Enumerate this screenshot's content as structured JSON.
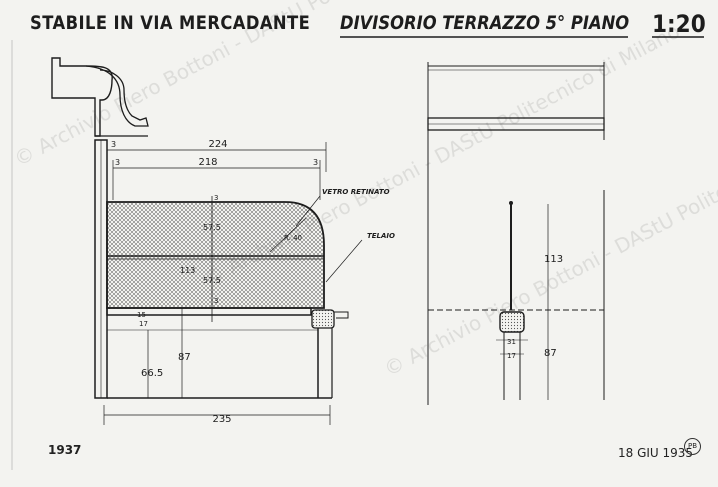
{
  "header": {
    "title_left": "STABILE IN VIA MERCADANTE",
    "title_right": "DIVISORIO TERRAZZO 5° PIANO",
    "scale": "1:20"
  },
  "footer": {
    "year": "1937",
    "date_stamp": "18 GIU 1935",
    "initials": "PB"
  },
  "watermark": {
    "text": "© Archivio Piero Bottoni - DAStU Politecnico di Milano"
  },
  "section": {
    "labels": {
      "glass": "VETRO RETINATO",
      "frame": "TELAIO"
    },
    "dimensions": {
      "overall_width": "224",
      "inner_width": "218",
      "left_offset": "3",
      "right_offset": "3",
      "top_offset": "3",
      "glass_height": "113",
      "upper_pane": "57.5",
      "lower_pane": "57.5",
      "corner_radius": "R. 40",
      "small_gap": "3",
      "frame_depth": "15",
      "frame_sub": "17",
      "base_height": "87",
      "base_inner": "66.5",
      "bottom_width": "235"
    }
  },
  "side_view": {
    "dimensions": {
      "upper_height": "113",
      "lower_height": "87",
      "profile_a": "31",
      "profile_b": "17"
    }
  },
  "colors": {
    "ink": "#1d1d1d",
    "paper": "#f3f3f0",
    "hatch": "#555555"
  }
}
